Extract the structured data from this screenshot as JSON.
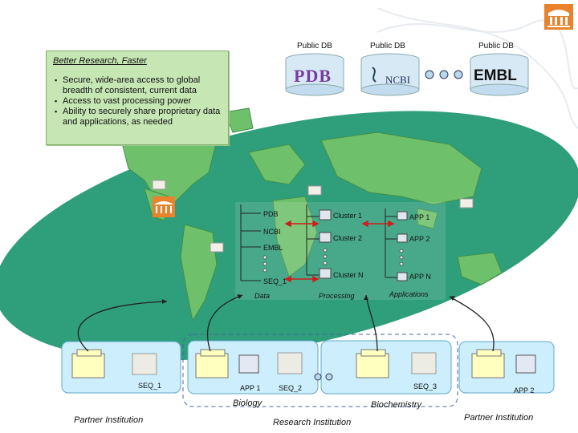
{
  "header": {
    "public_db_1": "Public DB",
    "public_db_2": "Public DB",
    "public_db_3": "Public DB"
  },
  "databases": {
    "pdb_logo": "PDB",
    "ncbi_logo": "NCBI",
    "embl_logo": "EMBL"
  },
  "callout": {
    "title": "Better Research, Faster",
    "bullets": [
      "Secure, wide-area access to global breadth of consistent, current data",
      "Access to vast processing power",
      "Ability to securely share proprietary data and applications, as needed"
    ]
  },
  "data_column": {
    "items": [
      "PDB",
      "NCBI",
      "EMBL",
      "SEQ_1"
    ],
    "caption": "Data"
  },
  "processing_column": {
    "items": [
      "Cluster 1",
      "Cluster 2",
      "Cluster N"
    ],
    "caption": "Processing"
  },
  "applications_column": {
    "items": [
      "APP 1",
      "APP 2",
      "APP N"
    ],
    "caption": "Applications"
  },
  "institutions": {
    "left": {
      "name": "Partner Institution",
      "folder": "SEQ_1"
    },
    "center": {
      "name": "Research Institution",
      "biology": "Biology",
      "biochemistry": "Biochemistry",
      "app": "APP 1",
      "seq2": "SEQ_2",
      "seq3": "SEQ_3"
    },
    "right": {
      "name": "Partner Institution",
      "app": "APP 2"
    }
  },
  "colors": {
    "ellipse": "#2f9e7a",
    "callout_bg": "#c6e6b4",
    "arrow": "#cc1e1e",
    "box_fill": "#cdeefc"
  }
}
